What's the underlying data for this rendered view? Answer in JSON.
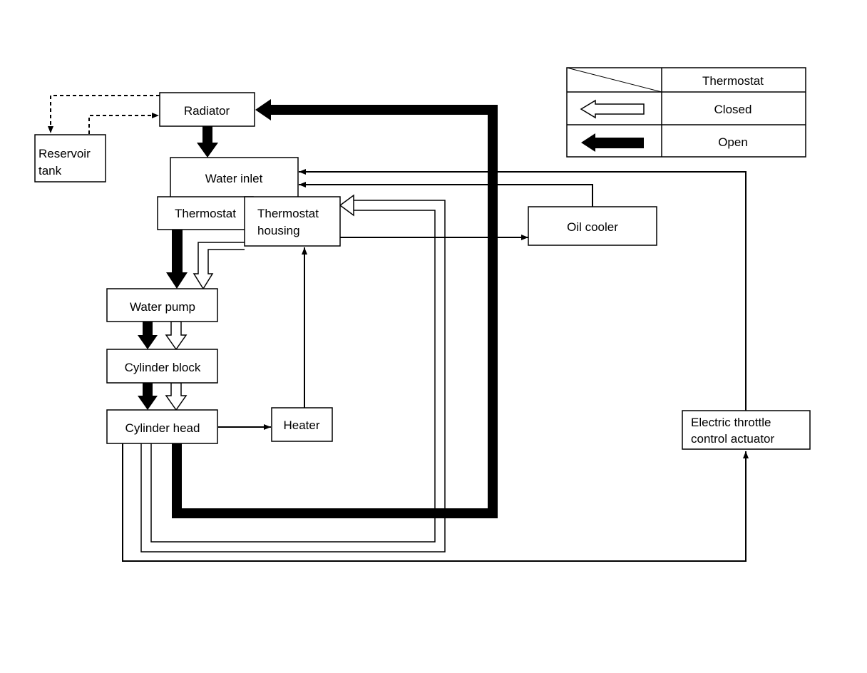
{
  "nodes": {
    "radiator": "Radiator",
    "reservoir_line1": "Reservoir",
    "reservoir_line2": "tank",
    "water_inlet": "Water inlet",
    "thermostat": "Thermostat",
    "thermostat_housing_line1": "Thermostat",
    "thermostat_housing_line2": "housing",
    "oil_cooler": "Oil cooler",
    "water_pump": "Water pump",
    "cylinder_block": "Cylinder block",
    "cylinder_head": "Cylinder head",
    "heater": "Heater",
    "etc_line1": "Electric throttle",
    "etc_line2": "control actuator"
  },
  "legend": {
    "header": "Thermostat",
    "closed": "Closed",
    "open": "Open"
  }
}
